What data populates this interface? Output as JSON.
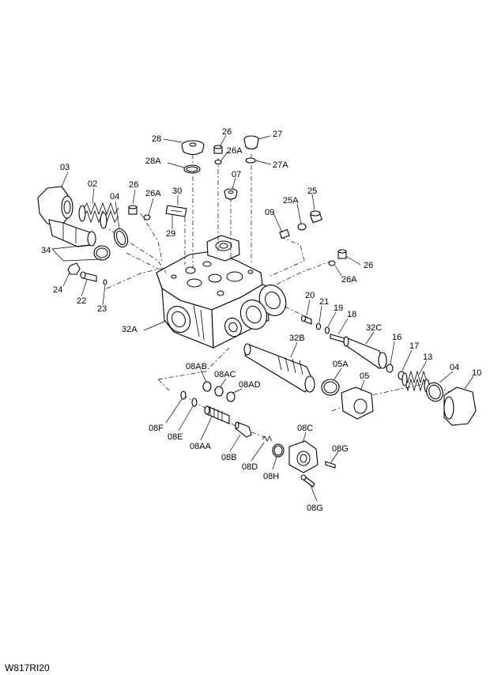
{
  "diagram": {
    "code": "W817RI20",
    "labels": {
      "p28": "28",
      "p26a": "26",
      "p26b": "26A",
      "p27": "27",
      "p28a": "28A",
      "p27a": "27A",
      "p07": "07",
      "p03": "03",
      "p02": "02",
      "p26c": "26",
      "p04a": "04",
      "p26ac": "26A",
      "p30": "30",
      "p29": "29",
      "p25a": "25A",
      "p25": "25",
      "p09": "09",
      "p34": "34",
      "p26d": "26",
      "p26ad": "26A",
      "p24": "24",
      "p22": "22",
      "p23": "23",
      "p20": "20",
      "p21": "21",
      "p19": "19",
      "p18": "18",
      "p32a": "32A",
      "p32b": "32B",
      "p32c": "32C",
      "p16": "16",
      "p17": "17",
      "p13": "13",
      "p04b": "04",
      "p10": "10",
      "p05a": "05A",
      "p05": "05",
      "p08ab": "08AB",
      "p08ac": "08AC",
      "p08ad": "08AD",
      "p08f": "08F",
      "p08e": "08E",
      "p08aa": "08AA",
      "p08b": "08B",
      "p08d": "08D",
      "p08c": "08C",
      "p08g1": "08G",
      "p08h": "08H",
      "p08g2": "08G"
    }
  }
}
